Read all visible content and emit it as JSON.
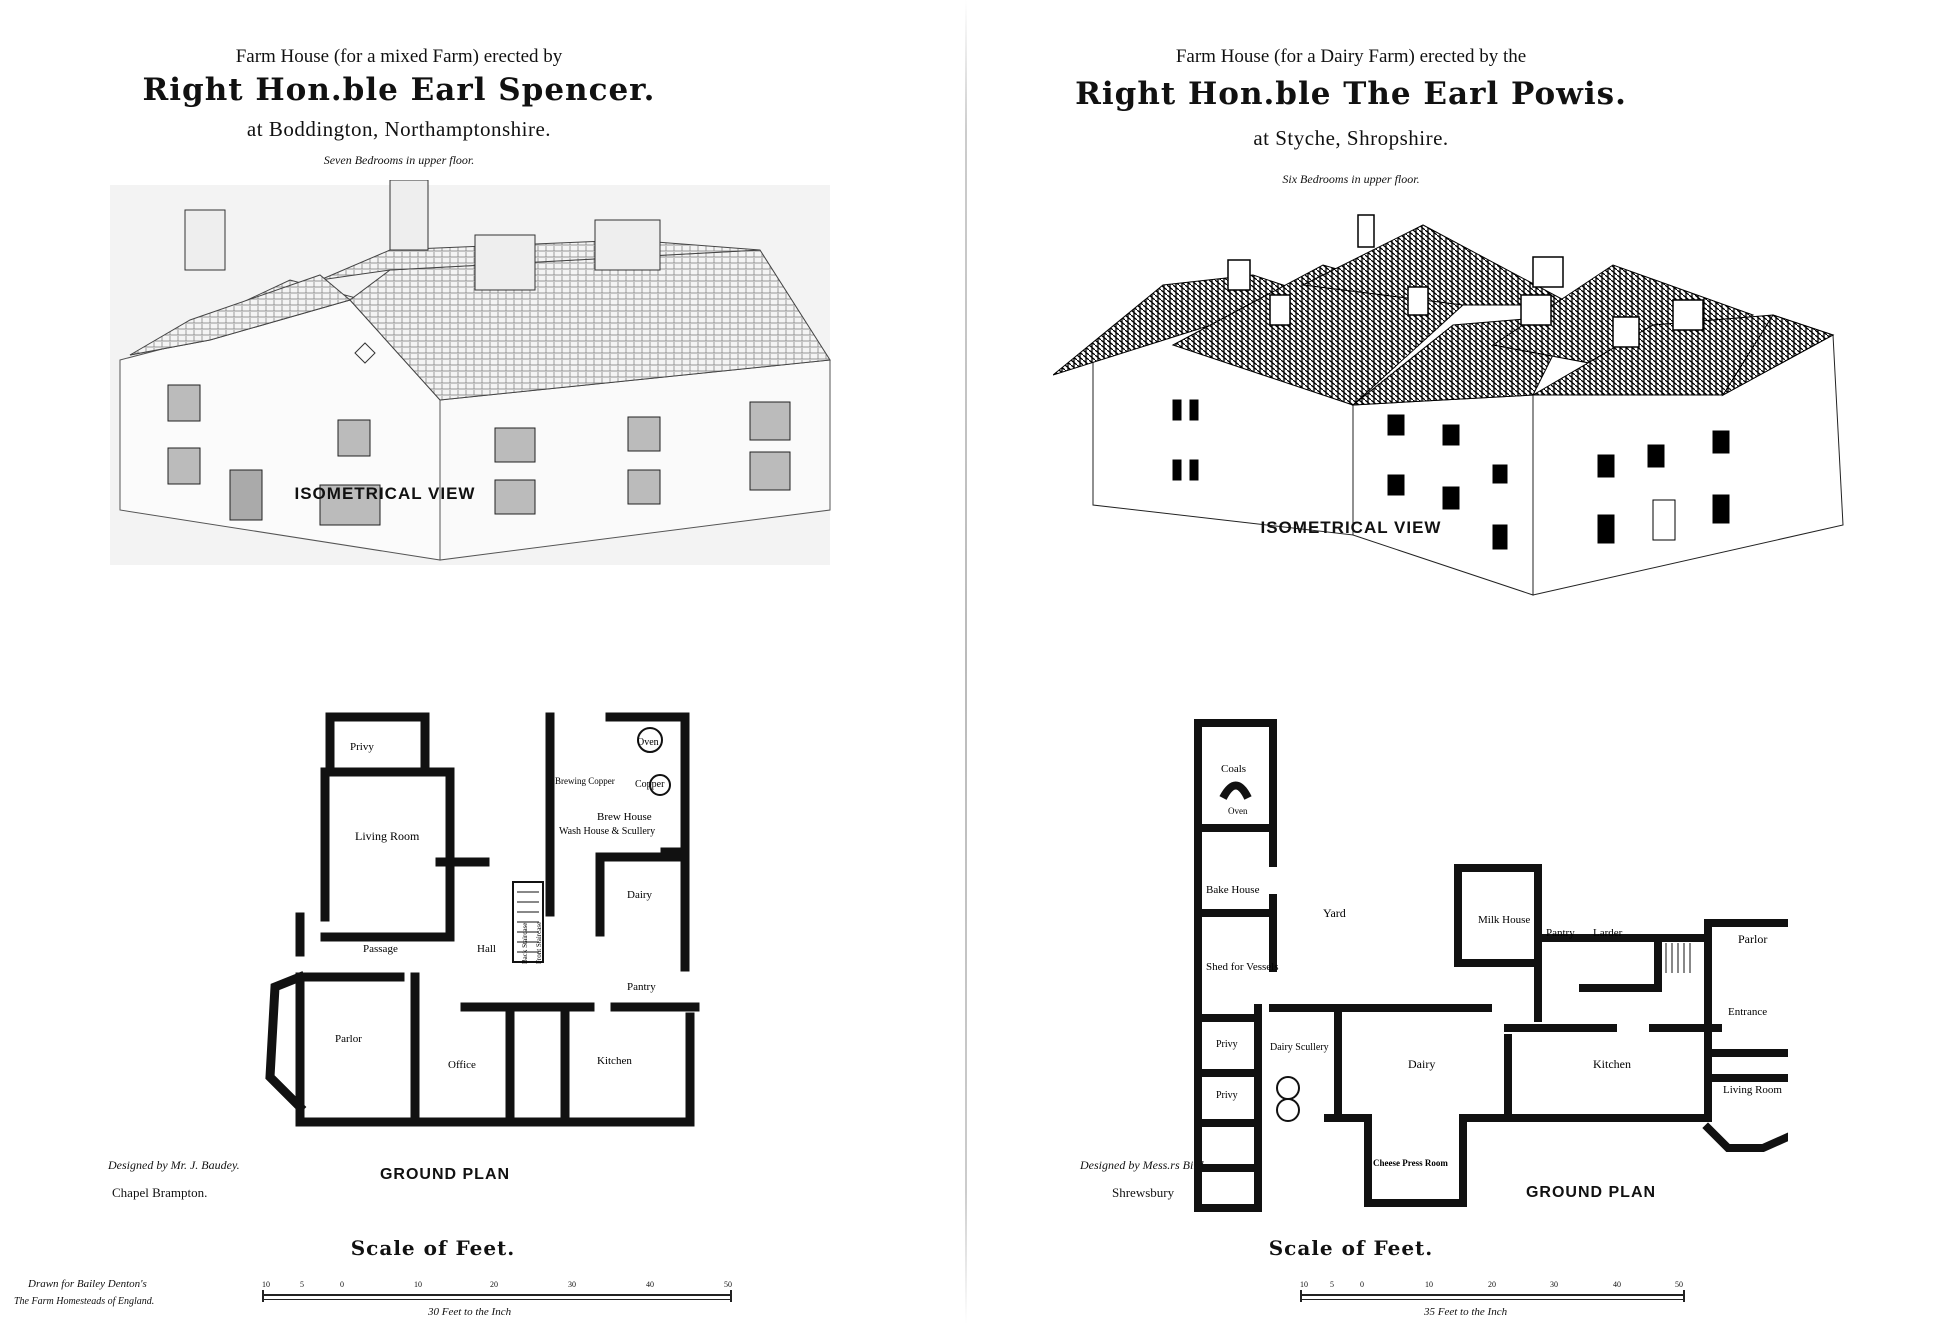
{
  "left": {
    "title_line1": "Farm House (for a mixed Farm) erected by",
    "title_line2": "Right Hon.ble Earl Spencer.",
    "title_line3": "at Boddington, Northamptonshire.",
    "subtitle": "Seven Bedrooms in upper floor.",
    "iso_caption": "ISOMETRICAL VIEW",
    "plan_caption": "GROUND PLAN",
    "designer_line1": "Designed by Mr. J. Baudey.",
    "designer_line2": "Chapel Brampton.",
    "scale_title": "Scale of Feet.",
    "scale_ticks": [
      "10",
      "5",
      "0",
      "10",
      "20",
      "30",
      "40",
      "50"
    ],
    "scale_note": "30 Feet to the Inch",
    "credit_line1": "Drawn for Bailey Denton's",
    "credit_line2": "The Farm Homesteads of England.",
    "rooms": [
      "Privy",
      "Oven",
      "Brewing Copper",
      "Copper",
      "Living Room",
      "Brew House",
      "Wash House & Scullery",
      "Dairy",
      "Passage",
      "Hall",
      "Back Staircase",
      "Front Staircase",
      "Pantry",
      "Parlor",
      "Office",
      "Kitchen"
    ]
  },
  "right": {
    "title_line1": "Farm House (for a Dairy Farm) erected by the",
    "title_line2": "Right Hon.ble The Earl Powis.",
    "title_line3": "at Styche, Shropshire.",
    "subtitle": "Six Bedrooms in upper floor.",
    "iso_caption": "ISOMETRICAL VIEW",
    "plan_caption": "GROUND PLAN",
    "designer_line1": "Designed by Mess.rs Bird",
    "designer_line2": "Shrewsbury",
    "scale_title": "Scale of Feet.",
    "scale_ticks": [
      "10",
      "5",
      "0",
      "10",
      "20",
      "30",
      "40",
      "50"
    ],
    "scale_note": "35 Feet to the Inch",
    "rooms": [
      "Coals",
      "Oven",
      "Bake House",
      "Yard",
      "Milk House",
      "Pantry",
      "Larder",
      "Parlor",
      "Shed for Vessels",
      "Entrance",
      "Privy",
      "Privy",
      "Dairy Scullery",
      "Dairy",
      "Kitchen",
      "Living Room",
      "Cheese Press Room"
    ]
  }
}
